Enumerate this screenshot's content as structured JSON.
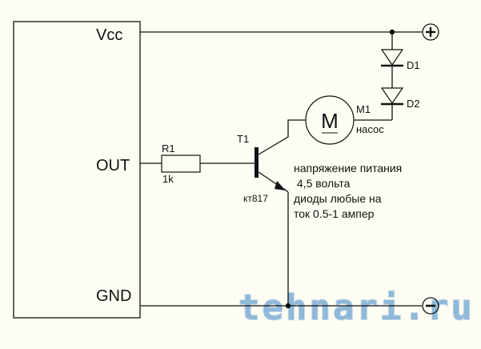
{
  "schematic": {
    "ic": {
      "pins": {
        "vcc": "Vcc",
        "out": "OUT",
        "gnd": "GND"
      }
    },
    "resistor": {
      "ref": "R1",
      "value": "1k"
    },
    "transistor": {
      "ref": "T1",
      "model": "кт817"
    },
    "motor": {
      "ref": "M1",
      "symbol": "M",
      "description": "насос"
    },
    "diodes": [
      {
        "ref": "D1"
      },
      {
        "ref": "D2"
      }
    ],
    "terminals": {
      "positive": {
        "symbol": "+",
        "icon": "plus-terminal-icon"
      },
      "negative": {
        "symbol": "−",
        "icon": "minus-terminal-icon"
      }
    },
    "notes": [
      "напряжение питания",
      " 4,5 вольта",
      "диоды любые на",
      "ток 0.5-1 ампер"
    ],
    "watermark": "tehnari.ru",
    "colors": {
      "background": "#fdfdf3",
      "wire": "#111111",
      "watermark": "#8fb9d9"
    }
  }
}
